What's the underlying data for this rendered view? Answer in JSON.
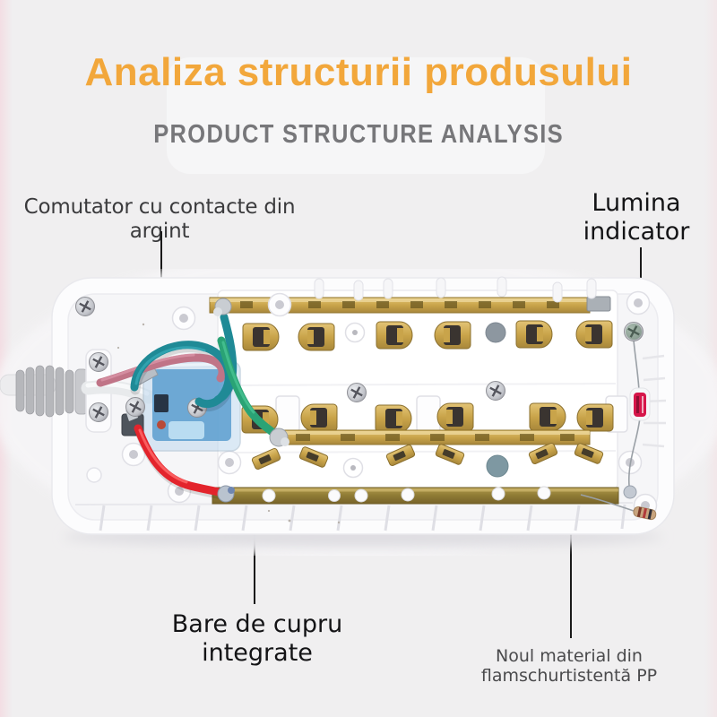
{
  "page": {
    "bg": "#f0eff0"
  },
  "header": {
    "title": "Analiza structurii produsului",
    "subtitle": "PRODUCT STRUCTURE ANALYSIS"
  },
  "annotations": {
    "switch_label": "Comutator cu contacte din argint",
    "indicator_line1": "Lumina",
    "indicator_line2": "indicator",
    "copper_label": "Bare de cupru integrate",
    "material_line1": "Noul material din",
    "material_line2": "flamschurtistentă PP"
  },
  "colors": {
    "bg": "#f0eff0",
    "title": "#f2a73b",
    "subtitle": "#77777a",
    "label_dark": "#3b3b3d",
    "label_black": "#141416",
    "label_gray": "#4a4a4c",
    "leader_line": "#1a1a1a",
    "wire_teal": "#1f8a96",
    "wire_green": "#2aa375",
    "wire_red": "#e3242c",
    "wire_pink": "#c07487",
    "led_red": "#d6164a",
    "brass": "#c9a44a",
    "body_white": "#fcfcfd"
  }
}
